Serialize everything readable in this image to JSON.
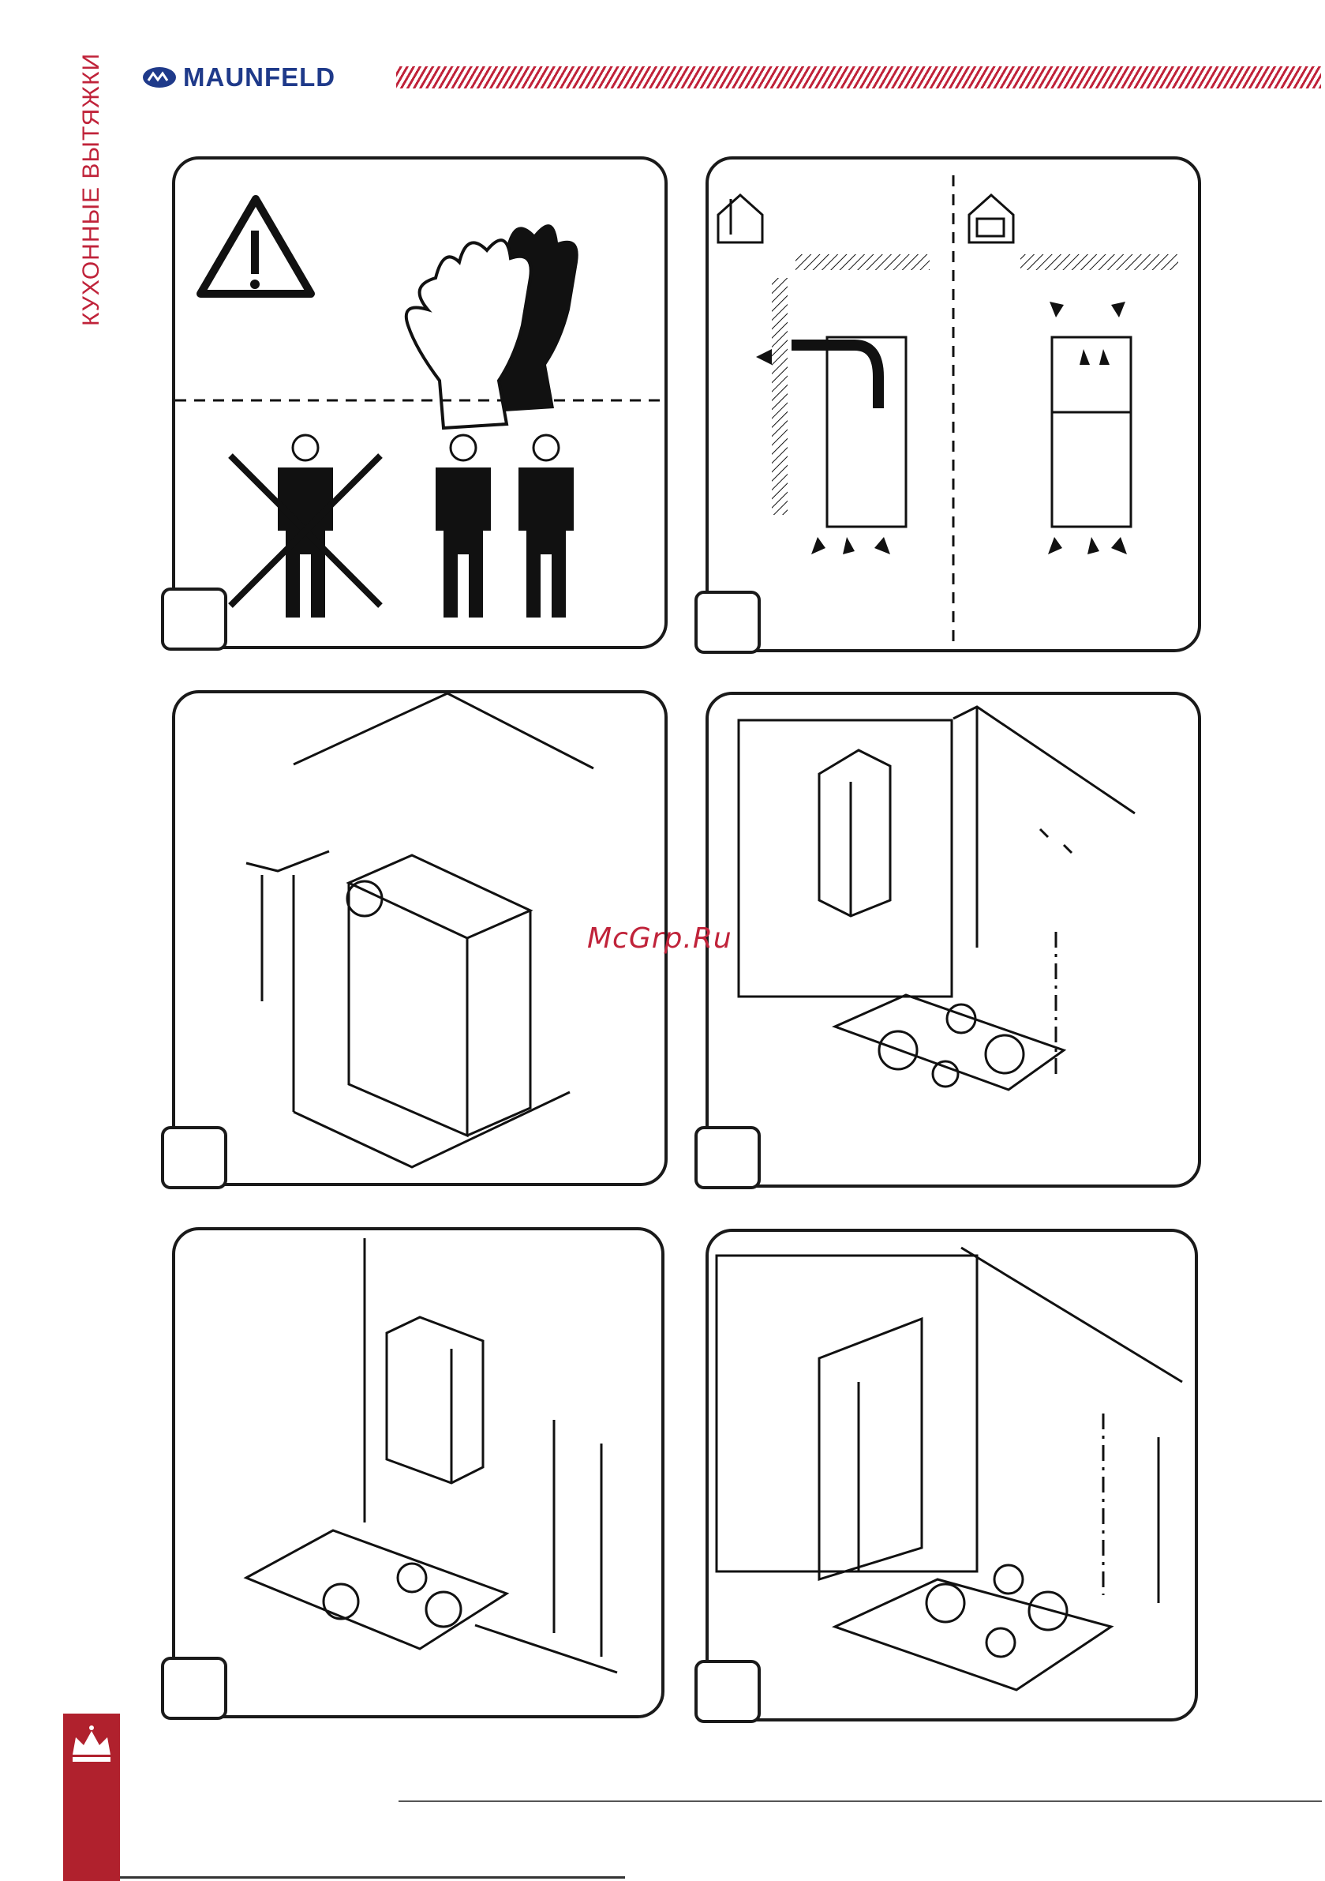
{
  "header": {
    "brand": "MAUNFELD",
    "side_title": "КУХОННЫЕ ВЫТЯЖКИ",
    "accent_color": "#c0233a",
    "brand_color": "#1f3a8a"
  },
  "watermark": "McGrp.Ru",
  "icons": {
    "warning": "warning-triangle-icon",
    "gloves": "gloves-icon",
    "exhaust_mode": "house-exhaust-icon",
    "recirculation_mode": "house-recirculation-icon",
    "crown": "crown-logo-icon"
  }
}
